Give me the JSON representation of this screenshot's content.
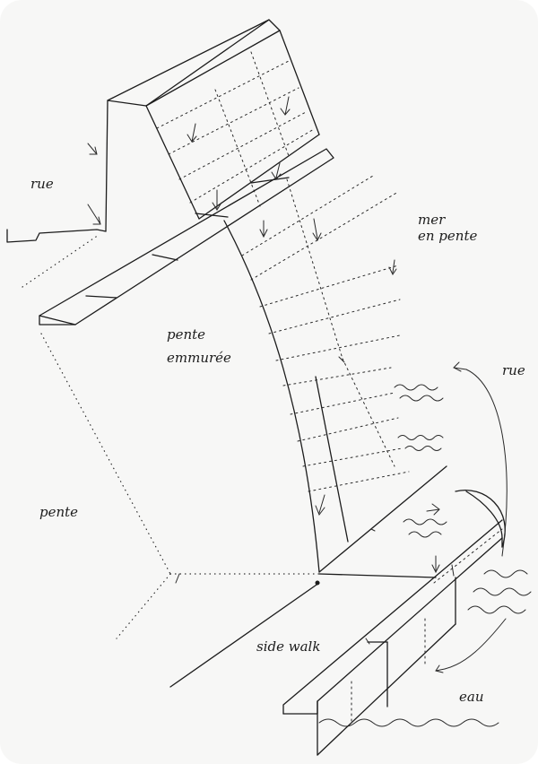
{
  "labels": {
    "rue_left": "rue",
    "mer_en_pente_1": "mer",
    "mer_en_pente_2": "en pente",
    "pente_emmuree_1": "pente",
    "pente_emmuree_2": "emmurée",
    "pente_left": "pente",
    "rue_right": "rue",
    "side_walk": "side walk",
    "eau": "eau"
  },
  "colors": {
    "paper": "#f7f7f6",
    "ink": "#1c1c1c"
  }
}
